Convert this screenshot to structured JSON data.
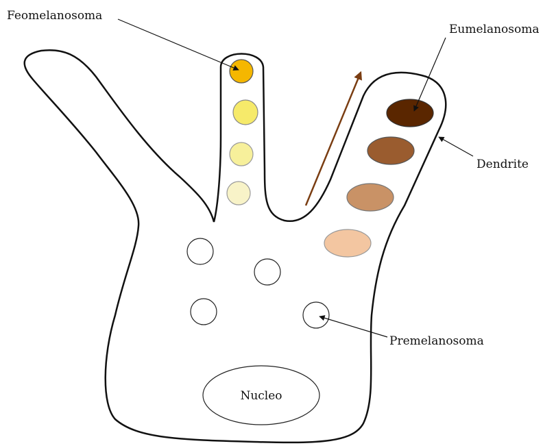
{
  "labels": {
    "feomelanosoma": "Feomelanosoma",
    "eumelanosoma": "Eumelanosoma",
    "dendrite": "Dendrite",
    "premelanosoma": "Premelanosoma",
    "nucleo": "Nucleo"
  },
  "colors": {
    "outline": "#111111",
    "background": "#ffffff",
    "arrow_brown": "#7a3d12",
    "feomelanosomes": [
      "#f5b700",
      "#f6ea6a",
      "#f7f09b",
      "#f8f3c8"
    ],
    "eumelanosomes": [
      "#5a2600",
      "#9a5c2f",
      "#c99266",
      "#f3c6a1"
    ],
    "premelanosome_fill": "#ffffff"
  }
}
